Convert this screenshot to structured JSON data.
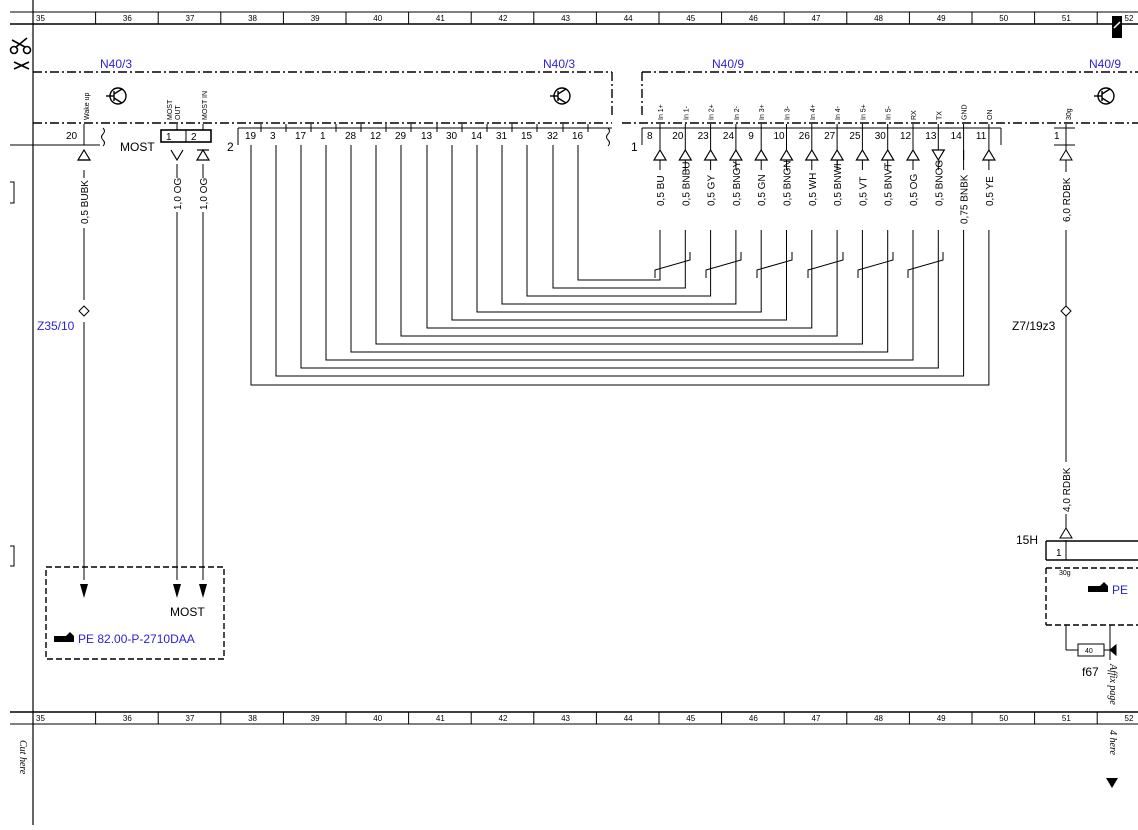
{
  "grid": {
    "columns": [
      "35",
      "36",
      "37",
      "38",
      "39",
      "40",
      "41",
      "42",
      "43",
      "44",
      "45",
      "46",
      "47",
      "48",
      "49",
      "50",
      "51",
      "52"
    ]
  },
  "modules": {
    "n40_3_left": "N40/3",
    "n40_3_right": "N40/3",
    "n40_9_left": "N40/9",
    "n40_9_right": "N40/9"
  },
  "most_left": {
    "most_label": "MOST",
    "wakeup_pin": "20",
    "wakeup_fn": "Wake up",
    "most_out_fn_a": "MOST",
    "most_out_fn_b": "OUT",
    "most_in_fn": "MOST IN",
    "conn_pin_1": "1",
    "conn_pin_2": "2",
    "connector_2": "2",
    "wire_bubk": "0,5 BUBK",
    "wire_og_1": "1,0 OG",
    "wire_og_2": "1,0 OG",
    "splice": "Z35/10"
  },
  "connector2_pins": [
    "19",
    "3",
    "17",
    "1",
    "28",
    "12",
    "29",
    "13",
    "30",
    "14",
    "31",
    "15",
    "32",
    "16"
  ],
  "n40_9": {
    "connector": "1",
    "pins": [
      {
        "num": "8",
        "fn": "In 1+",
        "wire": "0,5 BU"
      },
      {
        "num": "20",
        "fn": "In 1-",
        "wire": "0,5 BNBU"
      },
      {
        "num": "23",
        "fn": "In 2+",
        "wire": "0,5 GY"
      },
      {
        "num": "24",
        "fn": "In 2-",
        "wire": "0,5 BNGY"
      },
      {
        "num": "9",
        "fn": "In 3+",
        "wire": "0,5 GN"
      },
      {
        "num": "10",
        "fn": "In 3-",
        "wire": "0,5 BNGN"
      },
      {
        "num": "26",
        "fn": "In 4+",
        "wire": "0,5 WH"
      },
      {
        "num": "27",
        "fn": "In 4-",
        "wire": "0,5 BNWH"
      },
      {
        "num": "25",
        "fn": "In 5+",
        "wire": "0,5 VT"
      },
      {
        "num": "30",
        "fn": "In 5-",
        "wire": "0,5 BNVT"
      },
      {
        "num": "12",
        "fn": "RX",
        "wire": "0,5 OG"
      },
      {
        "num": "13",
        "fn": "TX",
        "wire": "0,5 BNOG"
      },
      {
        "num": "14",
        "fn": "GND",
        "wire": "0,75 BNBK"
      },
      {
        "num": "11",
        "fn": "ON",
        "wire": "0,5 YE"
      }
    ],
    "pin_30g": "1",
    "fn_30g": "30g",
    "wire_rdbk_6": "6,0 RDBK",
    "splice": "Z7/19z3",
    "wire_rdbk_4": "4,0 RDBK",
    "conn_15h": "15H",
    "pin_1_lower": "1",
    "fn_30g_lower": "30g",
    "ref_partial": "PE",
    "fuse_num": "40",
    "fuse_label": "f67"
  },
  "ref_box": {
    "most_label": "MOST",
    "ref": "PE 82.00-P-2710DAA"
  },
  "margins": {
    "cut_here": "Cut here",
    "affix_1": "Affix page",
    "affix_2": "4 here"
  }
}
